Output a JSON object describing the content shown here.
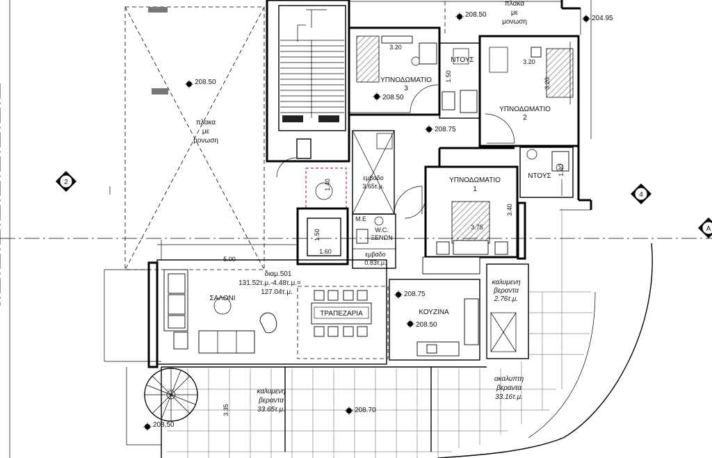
{
  "plan": {
    "rooms": {
      "roof_left": [
        "πλακα",
        "με",
        "μονωση"
      ],
      "roof_top": [
        "πλακα",
        "με",
        "μονωση"
      ],
      "bedroom3": [
        "ΥΠΝΟΔΩΜΑΤΙΟ",
        "3"
      ],
      "bedroom2": [
        "ΥΠΝΟΔΩΜΑΤΙΟ",
        "2"
      ],
      "bedroom1": [
        "ΥΠΝΟΔΩΜΑΤΙΟ",
        "1"
      ],
      "shower_top": "ΝΤΟΥΣ",
      "shower_mid": "ΝΤΟΥΣ",
      "storage_area": [
        "εμβαδο",
        "3.65τ.μ."
      ],
      "me": "Μ.Ε",
      "wc": [
        "W.C.",
        "ΞΕΝΩΝ"
      ],
      "wc_area": [
        "εμβαδο",
        "0.83τ.μ."
      ],
      "apartment": [
        "διαμ.501",
        "131.52τ.μ.-4.48τ.μ.=",
        "127.04τ.μ."
      ],
      "living": "ΣΑΛΟΝΙ",
      "dining": "ΤΡΑΠΕΖΑΡΙΑ",
      "kitchen": "ΚΟΥΖΙΝΑ",
      "covered_veranda_small": [
        "καλυμενη",
        "βεραντα",
        "2.76τ.μ."
      ],
      "covered_veranda": [
        "καλυμενη",
        "βεραντα",
        "33.65τ.μ."
      ],
      "uncovered_veranda": [
        "ακαλυπτη",
        "βεραντα",
        "33.16τ.μ."
      ]
    },
    "levels": {
      "roof_left": "208.50",
      "roof_top": "208.50",
      "corner": "204.95",
      "bedroom3": "208.50",
      "hall": "208.75",
      "kitchen_ff": "208.75",
      "kitchen": "208.50",
      "veranda": "208.70",
      "stairs_bottom": "208.50"
    },
    "dimensions": {
      "b3_width": "3.20",
      "b2_width": "3.20",
      "b2_depth": "3.20",
      "b3_depth": "1.50",
      "shower_depth": "1.40",
      "b1_depth": "3.40",
      "b1_width": "3.75",
      "elevator_h": "1.50",
      "elevator_w": "1.60",
      "living_width": "5.00",
      "veranda_depth": "3.35",
      "small_h": "1.40"
    },
    "grid_markers": [
      "2",
      "4",
      "A"
    ]
  }
}
